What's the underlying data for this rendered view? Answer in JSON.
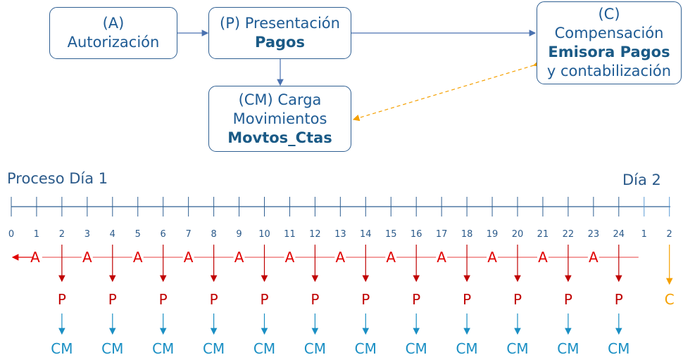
{
  "boxes": {
    "autorizacion": {
      "line1": "(A)",
      "line2": "Autorización"
    },
    "presentacion": {
      "line1": "(P) Presentación",
      "bold": "Pagos"
    },
    "carga": {
      "line1": "(CM) Carga",
      "line2": "Movimientos",
      "bold": "Movtos_Ctas"
    },
    "compensacion": {
      "line1": "(C)",
      "line2": "Compensación",
      "bold": "Emisora Pagos",
      "line3": "y contabilización"
    }
  },
  "timeline": {
    "day1_label": "Proceso Día 1",
    "day2_label": "Día 2",
    "ticks_day1": [
      "0",
      "1",
      "2",
      "3",
      "4",
      "5",
      "6",
      "7",
      "8",
      "9",
      "10",
      "11",
      "12",
      "13",
      "14",
      "15",
      "16",
      "17",
      "18",
      "19",
      "20",
      "21",
      "22",
      "23",
      "24"
    ],
    "ticks_day2": [
      "1",
      "2"
    ],
    "authorization_label": "A",
    "presentation_label": "P",
    "load_label": "CM",
    "compensation_label": "C",
    "colors": {
      "axis": "#2f5f92",
      "day2_ticks": "#5b9bd5",
      "authorization": "#e00000",
      "presentation": "#c00000",
      "load": "#1a8fc4",
      "compensation": "#f5a000"
    }
  }
}
